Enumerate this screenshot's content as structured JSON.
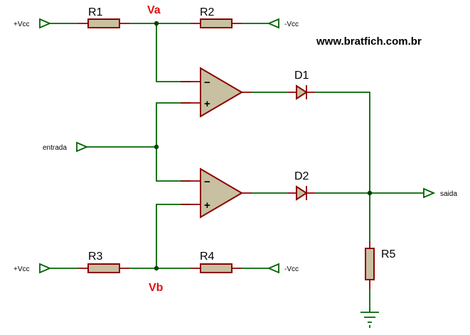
{
  "website": "www.bratfich.com.br",
  "nodes": {
    "va": "Va",
    "vb": "Vb"
  },
  "terminals": {
    "vcc_pos_top": "+Vcc",
    "vcc_neg_top": "-Vcc",
    "vcc_pos_bottom": "+Vcc",
    "vcc_neg_bottom": "-Vcc",
    "input": "entrada",
    "output": "saida"
  },
  "components": {
    "r1": "R1",
    "r2": "R2",
    "r3": "R3",
    "r4": "R4",
    "r5": "R5",
    "d1": "D1",
    "d2": "D2"
  },
  "opamp_pins": {
    "inverting": "−",
    "non_inverting": "+"
  },
  "colors": {
    "wire": "#006400",
    "component_outline": "#8b0000",
    "component_body": "#c8c0a0",
    "node_label": "#e01010"
  }
}
